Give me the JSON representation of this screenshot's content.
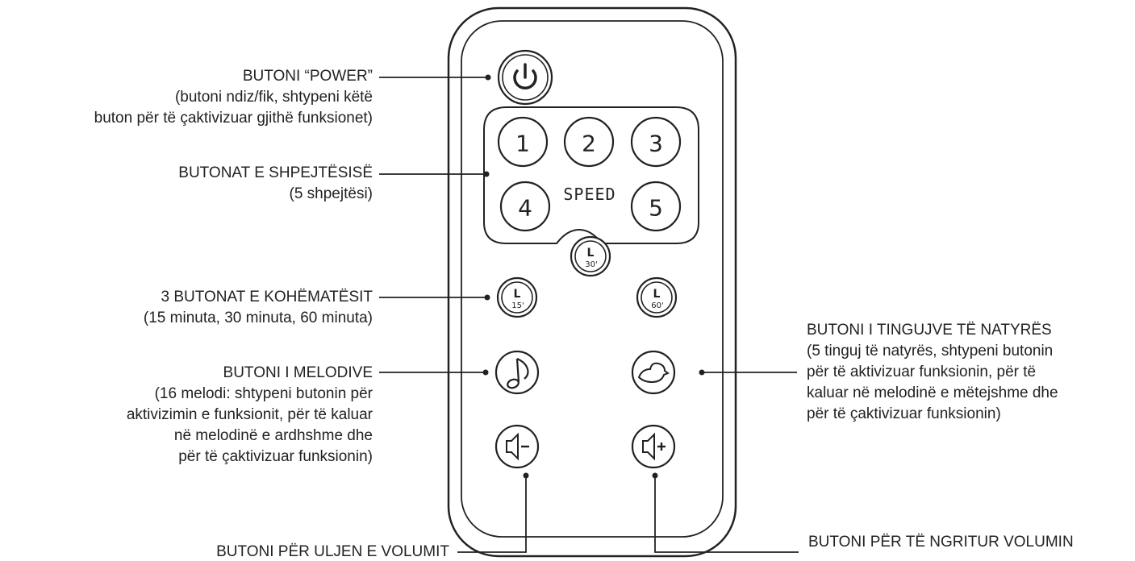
{
  "remote": {
    "speed_buttons": [
      "1",
      "2",
      "3",
      "4",
      "5"
    ],
    "speed_label": "SPEED",
    "timer_buttons": [
      "15'",
      "30'",
      "60'"
    ],
    "timer_symbol": "L"
  },
  "labels": {
    "power": {
      "title": "BUTONI “POWER”",
      "lines": [
        "(butoni ndiz/fik, shtypeni këtë",
        "buton për të çaktivizuar gjithë funksionet)"
      ]
    },
    "speed": {
      "title": "BUTONAT E SHPEJTËSISË",
      "lines": [
        "(5 shpejtësi)"
      ]
    },
    "timer": {
      "title": "3 BUTONAT E KOHËMATËSIT",
      "lines": [
        "(15 minuta, 30 minuta, 60 minuta)"
      ]
    },
    "melody": {
      "title": "BUTONI I MELODIVE",
      "lines": [
        "(16 melodi: shtypeni butonin për",
        "aktivizimin e funksionit, për të kaluar",
        "në melodinë e ardhshme dhe",
        "për të çaktivizuar funksionin)"
      ]
    },
    "nature": {
      "title": "BUTONI I TINGUJVE TË NATYRËS",
      "lines": [
        "(5 tinguj të natyrës, shtypeni butonin",
        "për të aktivizuar funksionin, për të",
        "kaluar në melodinë e mëtejshme dhe",
        "për të çaktivizuar funksionin)"
      ]
    },
    "volume_down": {
      "title": "BUTONI PËR ULJEN E VOLUMIT"
    },
    "volume_up": {
      "title": "BUTONI PËR TË NGRITUR VOLUMIN"
    }
  }
}
